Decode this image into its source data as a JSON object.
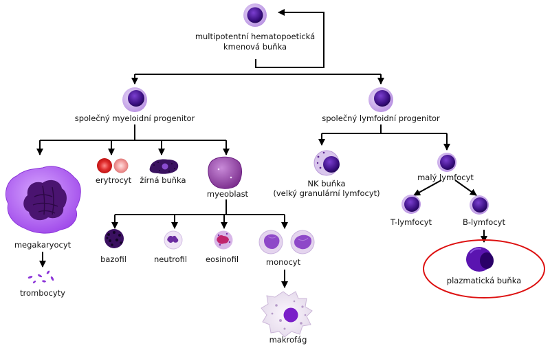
{
  "colors": {
    "arrow": "#000000",
    "cell_dark": "#2a0a5e",
    "cell_purple": "#5b1fa0",
    "cell_light": "#c9a8ec",
    "erythrocyte": "#d42020",
    "highlight_ellipse": "#dd1111"
  },
  "labels": {
    "stem_cell_line1": "multipotentní hematopoetická",
    "stem_cell_line2": "kmenová buňka",
    "myeloid_progenitor": "společný myeloidní progenitor",
    "lymphoid_progenitor": "společný lymfoidní progenitor",
    "megakaryocyte": "megakaryocyt",
    "platelets": "trombocyty",
    "erythrocyte": "erytrocyt",
    "mast_cell": "žírná buňka",
    "myeloblast": "myeoblast",
    "basophil": "bazofil",
    "neutrophil": "neutrofil",
    "eosinophil": "eosinofil",
    "monocyte": "monocyt",
    "macrophage": "makrofág",
    "nk_cell_line1": "NK buňka",
    "nk_cell_line2": "(velký granulární lymfocyt)",
    "small_lymphocyte": "malý lymfocyt",
    "t_lymphocyte": "T-lymfocyt",
    "b_lymphocyte": "B-lymfocyt",
    "plasma_cell": "plazmatická buňka"
  }
}
